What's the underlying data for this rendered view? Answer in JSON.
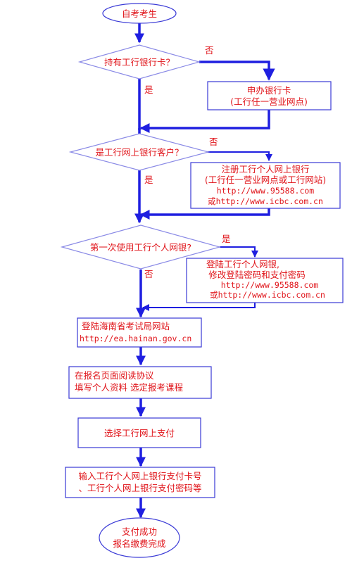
{
  "colors": {
    "text": "#e0141a",
    "line": "#1f1fe0",
    "border": "#3a3ad6"
  },
  "start": {
    "label": "自考考生"
  },
  "q1": {
    "label": "持有工行银行卡？",
    "no": "否",
    "yes": "是"
  },
  "box_card": {
    "line1": "申办银行卡",
    "line2": "(工行任一营业网点)"
  },
  "q2": {
    "label": "是工行网上银行客户？",
    "no": "否",
    "yes": "是"
  },
  "box_register": {
    "line1": "注册工行个人网上银行",
    "line2": "(工行任一营业网点或工行网站)",
    "line3": "http://www.95588.com",
    "line4": "或http://www.icbc.com.cn"
  },
  "q3": {
    "label": "第一次使用工行个人网银?",
    "yes": "是",
    "no": "否"
  },
  "box_login": {
    "line1": "登陆工行个人网银,",
    "line2": "修改登陆密码和支付密码",
    "line3": "http://www.95588.com",
    "line4": "或http://www.icbc.com.cn"
  },
  "step_site": {
    "line1": "登陆海南省考试局网站",
    "line2": "http://ea.hainan.gov.cn"
  },
  "step_read": {
    "line1": "在报名页面阅读协议",
    "line2": "填写个人资料 选定报考课程"
  },
  "step_pay": {
    "label": "选择工行网上支付"
  },
  "step_input": {
    "line1": "输入工行个人网上银行支付卡号",
    "line2": "、工行个人网上银行支付密码等"
  },
  "end": {
    "line1": "支付成功",
    "line2": "报名缴费完成"
  }
}
